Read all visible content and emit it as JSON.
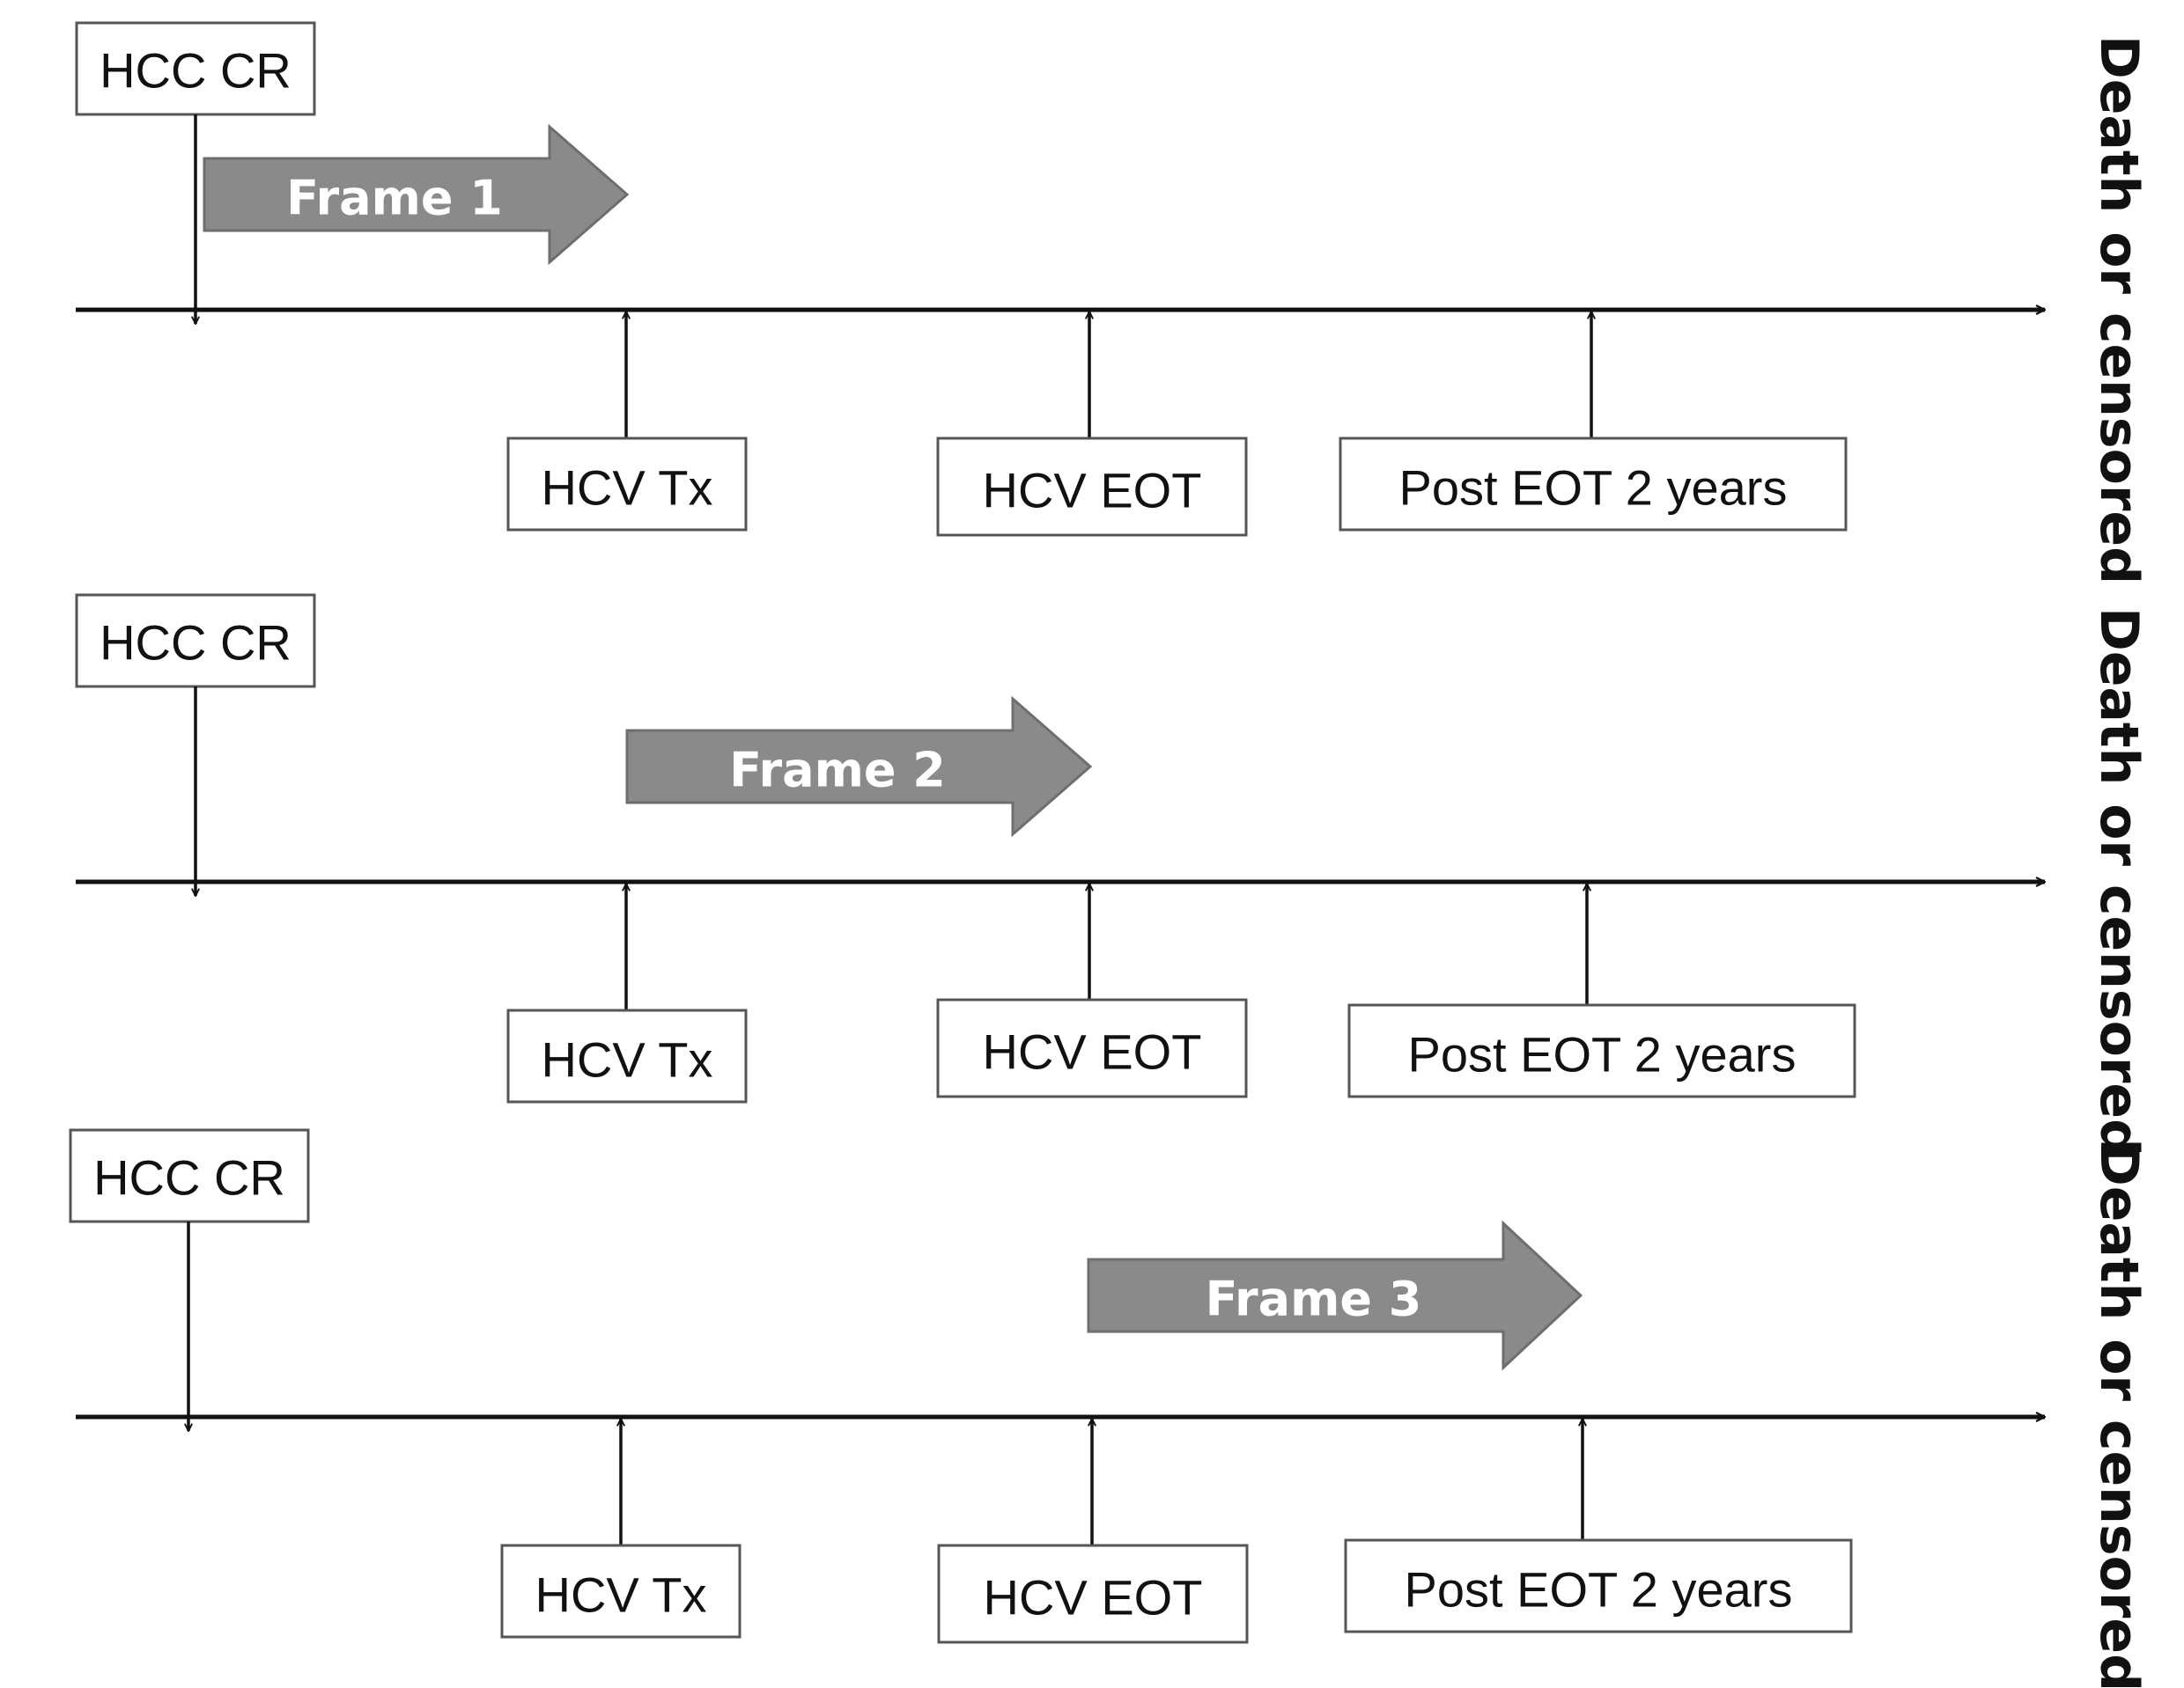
{
  "colors": {
    "background": "#ffffff",
    "line": "#111111",
    "box_stroke": "#555555",
    "frame_arrow_fill": "#8a8a8a",
    "frame_arrow_stroke": "#6e6e6e",
    "frame_text": "#ffffff"
  },
  "rows": [
    {
      "start_label": "HCC CR",
      "frame_label": "Frame 1",
      "events": [
        {
          "label": "HCV Tx"
        },
        {
          "label": "HCV EOT"
        },
        {
          "label": "Post EOT 2 years"
        }
      ],
      "end_label": "Death or censored"
    },
    {
      "start_label": "HCC CR",
      "frame_label": "Frame 2",
      "events": [
        {
          "label": "HCV Tx"
        },
        {
          "label": "HCV EOT"
        },
        {
          "label": "Post EOT 2 years"
        }
      ],
      "end_label": "Death or censored"
    },
    {
      "start_label": "HCC CR",
      "frame_label": "Frame 3",
      "events": [
        {
          "label": "HCV Tx"
        },
        {
          "label": "HCV EOT"
        },
        {
          "label": "Post EOT 2 years"
        }
      ],
      "end_label": "Death or censored"
    }
  ]
}
